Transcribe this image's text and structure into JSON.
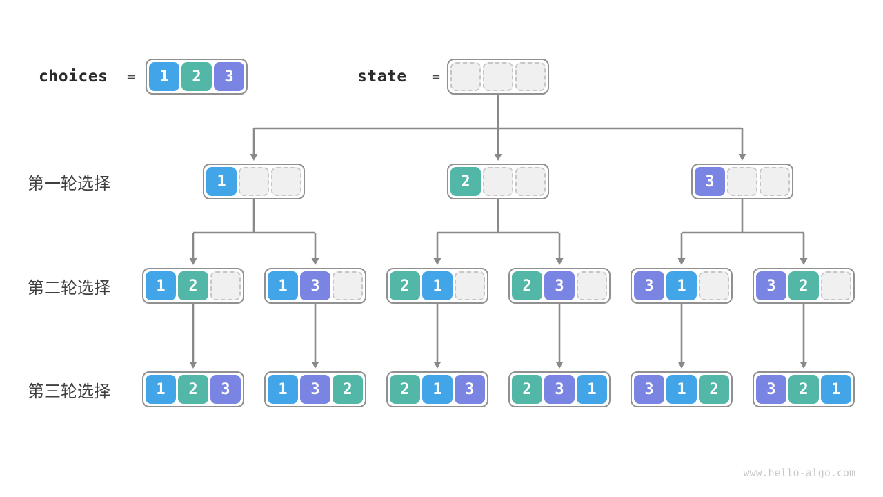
{
  "header": {
    "choices_label": "choices",
    "equals": "=",
    "choices": [
      "1",
      "2",
      "3"
    ],
    "state_label": "state",
    "state": [
      "",
      "",
      ""
    ]
  },
  "tree": {
    "row_labels": [
      "第一轮选择",
      "第二轮选择",
      "第三轮选择"
    ],
    "rows": [
      {
        "boxes": [
          [
            "1",
            "",
            ""
          ],
          [
            "2",
            "",
            ""
          ],
          [
            "3",
            "",
            ""
          ]
        ]
      },
      {
        "boxes": [
          [
            "1",
            "2",
            ""
          ],
          [
            "1",
            "3",
            ""
          ],
          [
            "2",
            "1",
            ""
          ],
          [
            "2",
            "3",
            ""
          ],
          [
            "3",
            "1",
            ""
          ],
          [
            "3",
            "2",
            ""
          ]
        ]
      },
      {
        "boxes": [
          [
            "1",
            "2",
            "3"
          ],
          [
            "1",
            "3",
            "2"
          ],
          [
            "2",
            "1",
            "3"
          ],
          [
            "2",
            "3",
            "1"
          ],
          [
            "3",
            "1",
            "2"
          ],
          [
            "3",
            "2",
            "1"
          ]
        ]
      }
    ]
  },
  "colors": {
    "values": {
      "1": "#41A5E8",
      "2": "#52B7A7",
      "3": "#7A85E3"
    },
    "empty_fill": "#F0F0F0",
    "empty_border": "#C6C6C6",
    "box_border": "#909090",
    "connector": "#898989",
    "cell_text": "#FFFFFF",
    "row_label_text": "#3F3F3F",
    "header_label_text": "#2B2B2B"
  },
  "watermark": "www.hello-algo.com"
}
